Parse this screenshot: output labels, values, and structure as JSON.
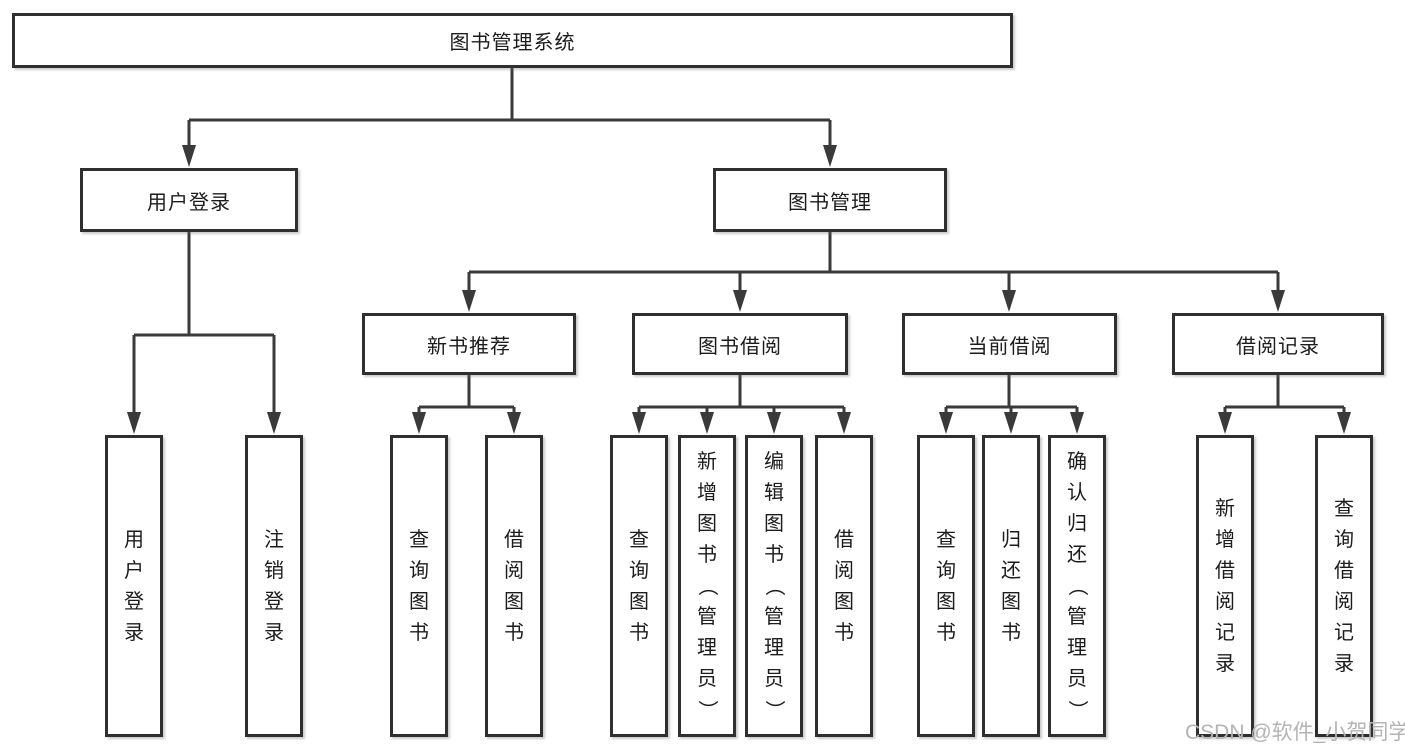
{
  "diagram": {
    "root": {
      "label": "图书管理系统"
    },
    "branches": [
      {
        "label": "用户登录",
        "children": [
          {
            "label": "用户登录"
          },
          {
            "label": "注销登录"
          }
        ]
      },
      {
        "label": "图书管理",
        "children": [
          {
            "label": "新书推荐",
            "children": [
              {
                "label": "查询图书"
              },
              {
                "label": "借阅图书"
              }
            ]
          },
          {
            "label": "图书借阅",
            "children": [
              {
                "label": "查询图书"
              },
              {
                "label": "新增图书（管理员）"
              },
              {
                "label": "编辑图书（管理员）"
              },
              {
                "label": "借阅图书"
              }
            ]
          },
          {
            "label": "当前借阅",
            "children": [
              {
                "label": "查询图书"
              },
              {
                "label": "归还图书"
              },
              {
                "label": "确认归还（管理员）"
              }
            ]
          },
          {
            "label": "借阅记录",
            "children": [
              {
                "label": "新增借阅记录"
              },
              {
                "label": "查询借阅记录"
              }
            ]
          }
        ]
      }
    ]
  },
  "watermark": {
    "text": "CSDN @软件_小贺同学"
  },
  "colors": {
    "line": "#3a3a3a",
    "box_border": "#2f2f2f",
    "text": "#1c1c1c",
    "watermark": "#b4b4b4",
    "background": "#ffffff"
  }
}
